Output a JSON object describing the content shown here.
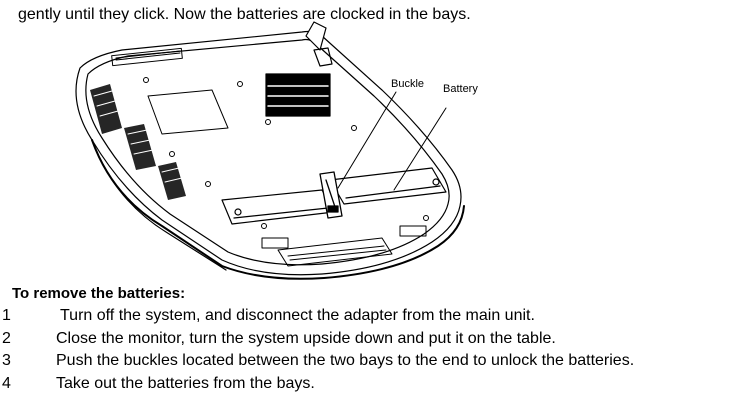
{
  "intro_text": "gently until they click. Now the batteries are clocked in the bays.",
  "figure": {
    "callouts": {
      "buckle": "Buckle",
      "battery": "Battery"
    }
  },
  "section": {
    "heading": "To remove the batteries:",
    "steps": [
      {
        "number": "1",
        "text": "Turn off the system, and disconnect the adapter from the main unit."
      },
      {
        "number": "2",
        "text": "Close the monitor, turn the system upside down and put it on the table."
      },
      {
        "number": "3",
        "text": "Push the buckles located between the two bays to the end to unlock the batteries."
      },
      {
        "number": "4",
        "text": "Take out the batteries from the bays."
      }
    ]
  }
}
